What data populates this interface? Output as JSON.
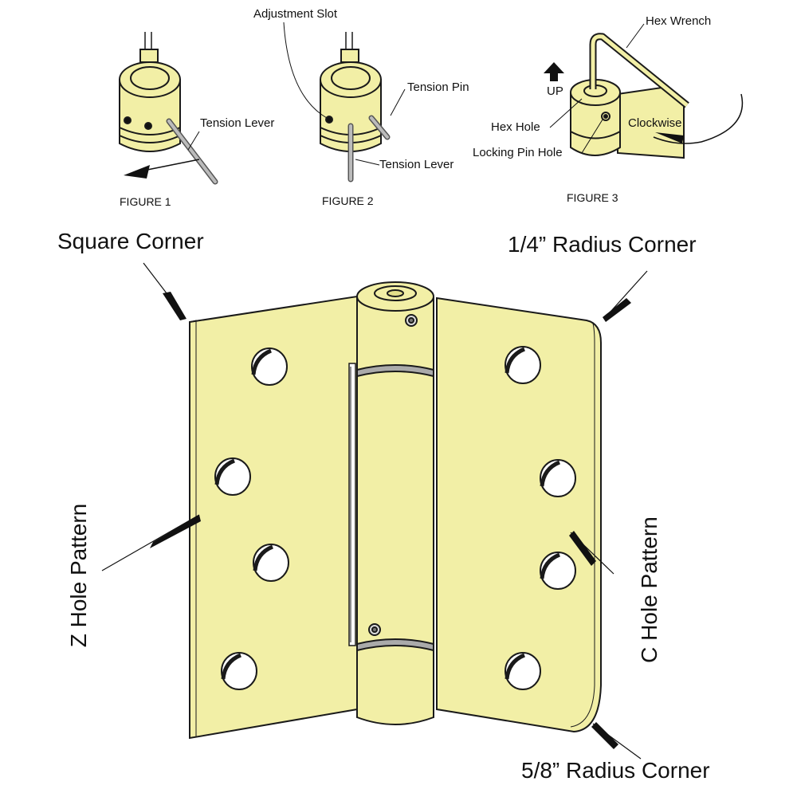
{
  "figures": {
    "fig1": {
      "title": "FIGURE 1",
      "tension_lever": "Tension Lever"
    },
    "fig2": {
      "title": "FIGURE 2",
      "adjustment_slot": "Adjustment Slot",
      "tension_pin": "Tension Pin",
      "tension_lever": "Tension Lever"
    },
    "fig3": {
      "title": "FIGURE 3",
      "hex_wrench": "Hex Wrench",
      "up": "UP",
      "hex_hole": "Hex Hole",
      "locking_pin_hole": "Locking Pin Hole",
      "clockwise": "Clockwise"
    }
  },
  "hinge": {
    "square_corner": "Square Corner",
    "quarter_radius_corner": "1/4”  Radius Corner",
    "z_hole_pattern": "Z Hole Pattern",
    "c_hole_pattern": "C Hole Pattern",
    "five_eighths_radius_corner": "5/8” Radius Corner"
  },
  "colors": {
    "brass": "#f2efa6",
    "brass_shade": "#e3df8a",
    "outline": "#1a1a1a",
    "pin_gray": "#aaaaaa"
  }
}
